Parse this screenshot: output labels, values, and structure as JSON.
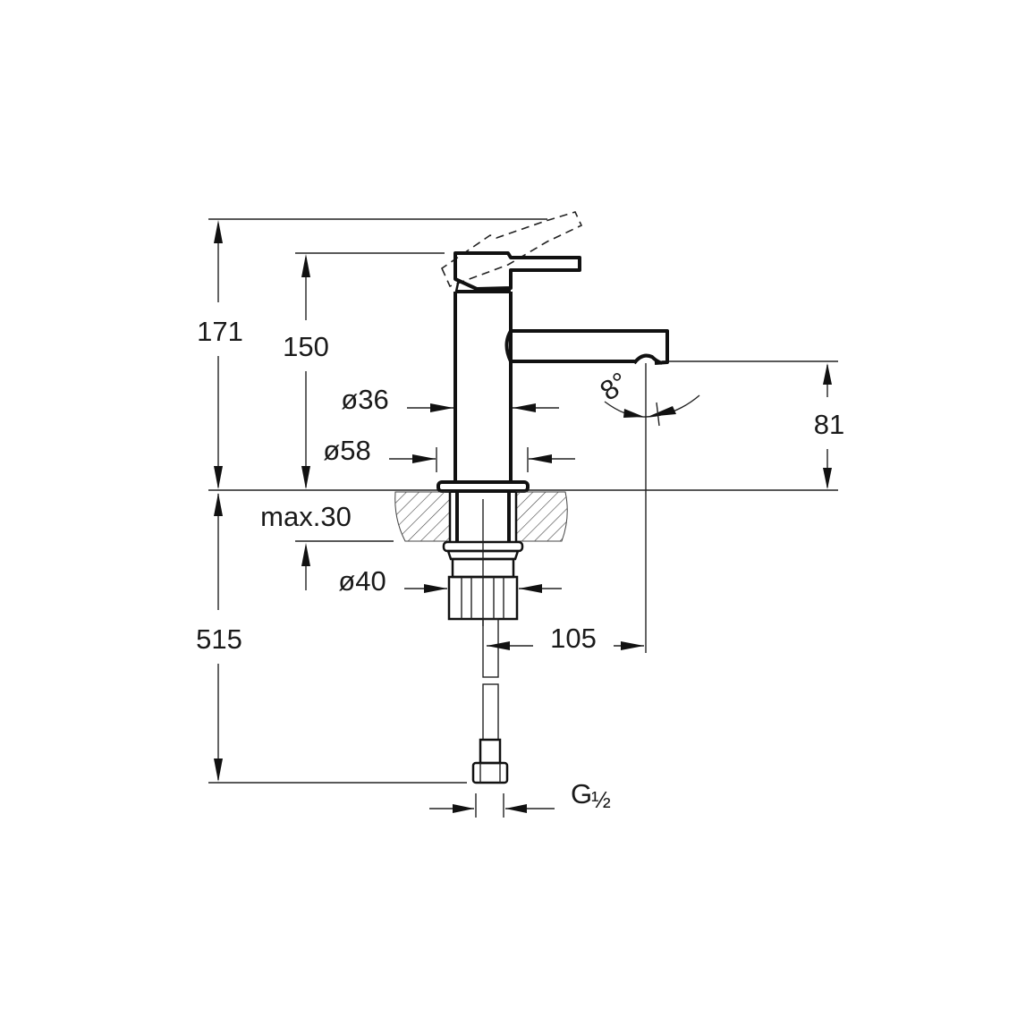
{
  "drawing": {
    "title": "Basin mixer technical drawing",
    "units": "mm",
    "colors": {
      "line": "#111111",
      "background": "#ffffff"
    },
    "dimensions": {
      "overall_height_lever_open": "171",
      "height_to_lever_top": "150",
      "body_diameter": "ø36",
      "base_diameter": "ø58",
      "spout_height": "81",
      "spout_angle": "8°",
      "max_counter_thickness": "max.30",
      "shank_diameter": "ø40",
      "spout_projection": "105",
      "hose_length": "515",
      "connection_thread": "G½"
    },
    "thread_parts": {
      "g": "G",
      "fraction": "½"
    }
  }
}
